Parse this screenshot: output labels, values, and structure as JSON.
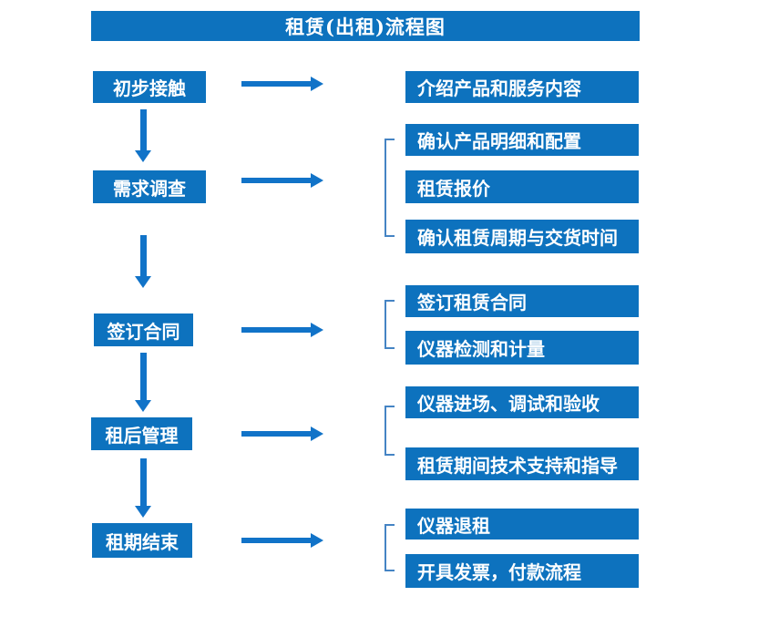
{
  "title": "租赁(出租)流程图",
  "colors": {
    "box_fill": "#0d72be",
    "arrow": "#1173c8",
    "bracket": "#4584c4",
    "text": "#ffffff"
  },
  "steps": [
    {
      "label": "初步接触",
      "details": [
        "介绍产品和服务内容"
      ]
    },
    {
      "label": "需求调查",
      "details": [
        "确认产品明细和配置",
        "租赁报价",
        "确认租赁周期与交货时间"
      ]
    },
    {
      "label": "签订合同",
      "details": [
        "签订租赁合同",
        "仪器检测和计量"
      ]
    },
    {
      "label": "租后管理",
      "details": [
        "仪器进场、调试和验收",
        "租赁期间技术支持和指导"
      ]
    },
    {
      "label": "租期结束",
      "details": [
        "仪器退租",
        "开具发票，付款流程"
      ]
    }
  ]
}
